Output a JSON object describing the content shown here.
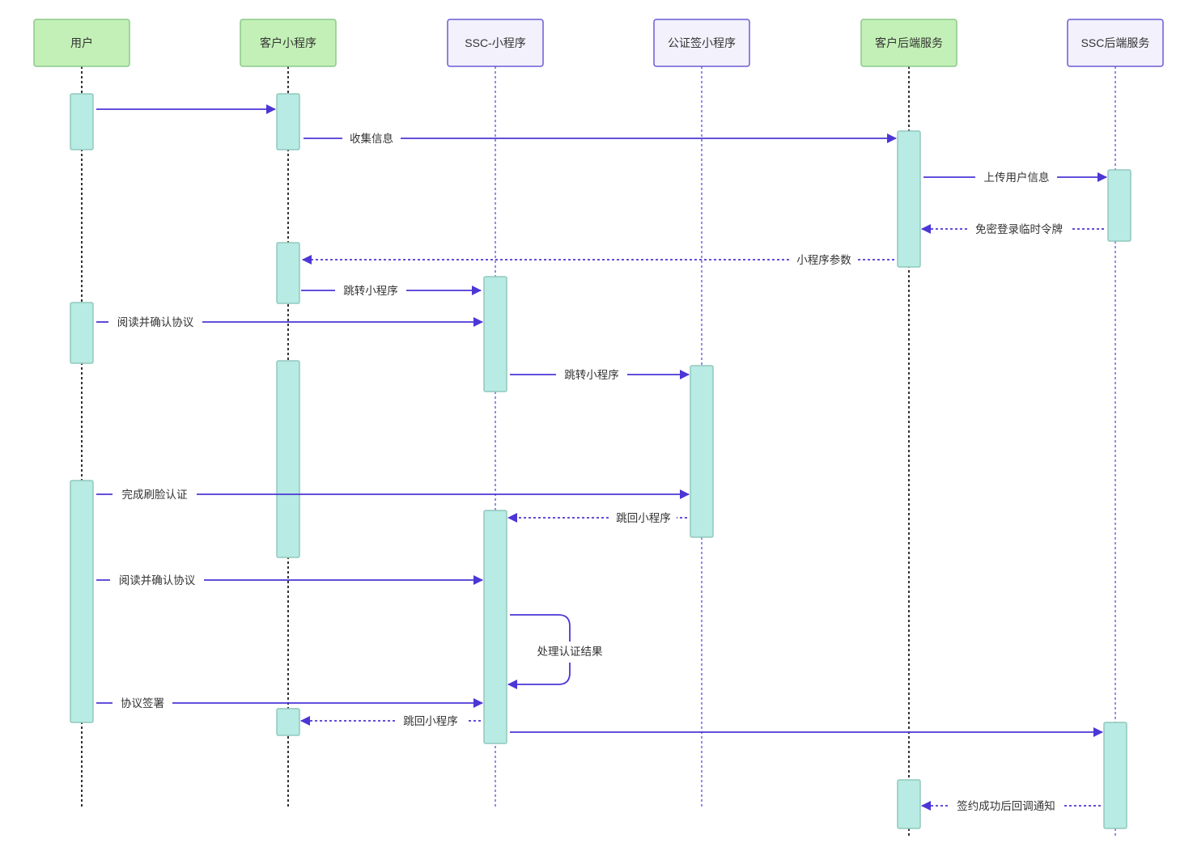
{
  "colors": {
    "arrow": "#4b36d6",
    "activation_fill": "#b8ebe3",
    "activation_stroke": "#8fc9bd",
    "green_fill": "#c3f0b6",
    "green_stroke": "#8bc98a",
    "purple_fill": "#f2f1fc",
    "purple_stroke": "#6a5bd6",
    "text": "#333333"
  },
  "participants": [
    {
      "id": "user",
      "label": "用户",
      "style": "green"
    },
    {
      "id": "client_mp",
      "label": "客户小程序",
      "style": "green"
    },
    {
      "id": "ssc_mp",
      "label": "SSC-小程序",
      "style": "purple"
    },
    {
      "id": "notary_mp",
      "label": "公证签小程序",
      "style": "purple"
    },
    {
      "id": "client_backend",
      "label": "客户后端服务",
      "style": "green"
    },
    {
      "id": "ssc_backend",
      "label": "SSC后端服务",
      "style": "purple"
    }
  ],
  "messages": [
    {
      "from": "user",
      "to": "client_mp",
      "text": "",
      "kind": "sync"
    },
    {
      "from": "client_mp",
      "to": "client_backend",
      "text": "收集信息",
      "kind": "sync"
    },
    {
      "from": "client_backend",
      "to": "ssc_backend",
      "text": "上传用户信息",
      "kind": "sync"
    },
    {
      "from": "ssc_backend",
      "to": "client_backend",
      "text": "免密登录临时令牌",
      "kind": "reply"
    },
    {
      "from": "client_backend",
      "to": "client_mp",
      "text": "小程序参数",
      "kind": "reply"
    },
    {
      "from": "client_mp",
      "to": "ssc_mp",
      "text": "跳转小程序",
      "kind": "sync"
    },
    {
      "from": "user",
      "to": "ssc_mp",
      "text": "阅读并确认协议",
      "kind": "sync"
    },
    {
      "from": "ssc_mp",
      "to": "notary_mp",
      "text": "跳转小程序",
      "kind": "sync"
    },
    {
      "from": "user",
      "to": "notary_mp",
      "text": "完成刷脸认证",
      "kind": "sync"
    },
    {
      "from": "notary_mp",
      "to": "ssc_mp",
      "text": "跳回小程序",
      "kind": "reply"
    },
    {
      "from": "user",
      "to": "ssc_mp",
      "text": "阅读并确认协议",
      "kind": "sync"
    },
    {
      "from": "ssc_mp",
      "to": "ssc_mp",
      "text": "处理认证结果",
      "kind": "self"
    },
    {
      "from": "user",
      "to": "ssc_mp",
      "text": "协议签署",
      "kind": "sync"
    },
    {
      "from": "ssc_mp",
      "to": "client_mp",
      "text": "跳回小程序",
      "kind": "reply"
    },
    {
      "from": "ssc_mp",
      "to": "ssc_backend",
      "text": "",
      "kind": "sync"
    },
    {
      "from": "ssc_backend",
      "to": "client_backend",
      "text": "签约成功后回调通知",
      "kind": "reply"
    }
  ]
}
